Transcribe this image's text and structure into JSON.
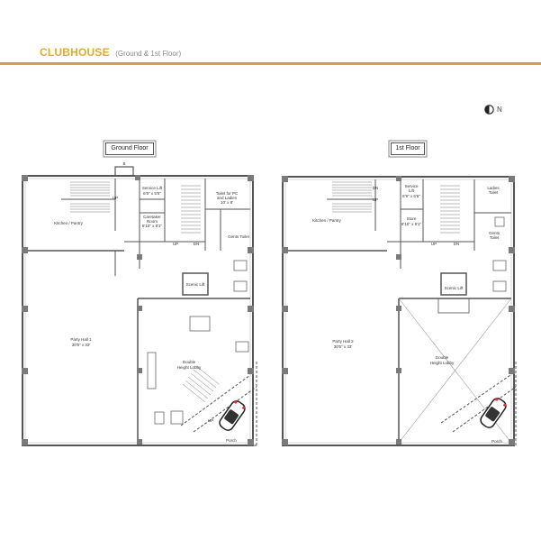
{
  "header": {
    "title": "CLUBHOUSE",
    "subtitle": "(Ground & 1st Floor)",
    "accent_color": "#e1aa2b",
    "rule_color": "#cfa447"
  },
  "compass": {
    "icon": "north-arrow-icon",
    "label": "N"
  },
  "ground_floor": {
    "label": "Ground Floor",
    "rooms": {
      "service_lift": "Service Lift",
      "service_lift_dim": "6'9\" x 5'5\"",
      "toilet_pc": "Toilet for PC",
      "toilet_pc_2": "and Ladies",
      "toilet_pc_dim": "10' x 8'",
      "caretaker": "Caretaker",
      "caretaker_2": "Room",
      "caretaker_dim": "6'10\" x 8'1\"",
      "gents_toilet": "Gents Toilet",
      "kitchen": "Kitchen / Pantry",
      "scenic_lift": "Scenic Lift",
      "party_hall": "Party Hall 1",
      "party_hall_dim": "30'5\" x 33'",
      "lobby": "Double",
      "lobby_2": "Height Lobby",
      "porch": "Porch"
    },
    "arrows": {
      "up_stair": "UP",
      "up": "UP",
      "dn": "DN",
      "up_porch": "UP",
      "b": "B"
    }
  },
  "first_floor": {
    "label": "1st Floor",
    "rooms": {
      "service_lift": "Service",
      "service_lift_2": "Lift",
      "service_lift_dim": "6'9\" x 6'6\"",
      "ladies_toilet": "Ladies",
      "ladies_toilet_2": "Toilet",
      "gents_toilet": "Gents",
      "gents_toilet_2": "Toilet",
      "store": "Store",
      "store_dim": "6'10\" x 8'1\"",
      "kitchen": "Kitchen / Pantry",
      "scenic_lift": "Scenic Lift",
      "party_hall": "Party Hall 2",
      "party_hall_dim": "30'5\" x 33'",
      "lobby": "Double",
      "lobby_2": "Height Lobby",
      "porch": "Porch"
    },
    "arrows": {
      "dn_stair": "DN",
      "up_stair": "UP",
      "up": "UP",
      "dn": "DN"
    }
  }
}
